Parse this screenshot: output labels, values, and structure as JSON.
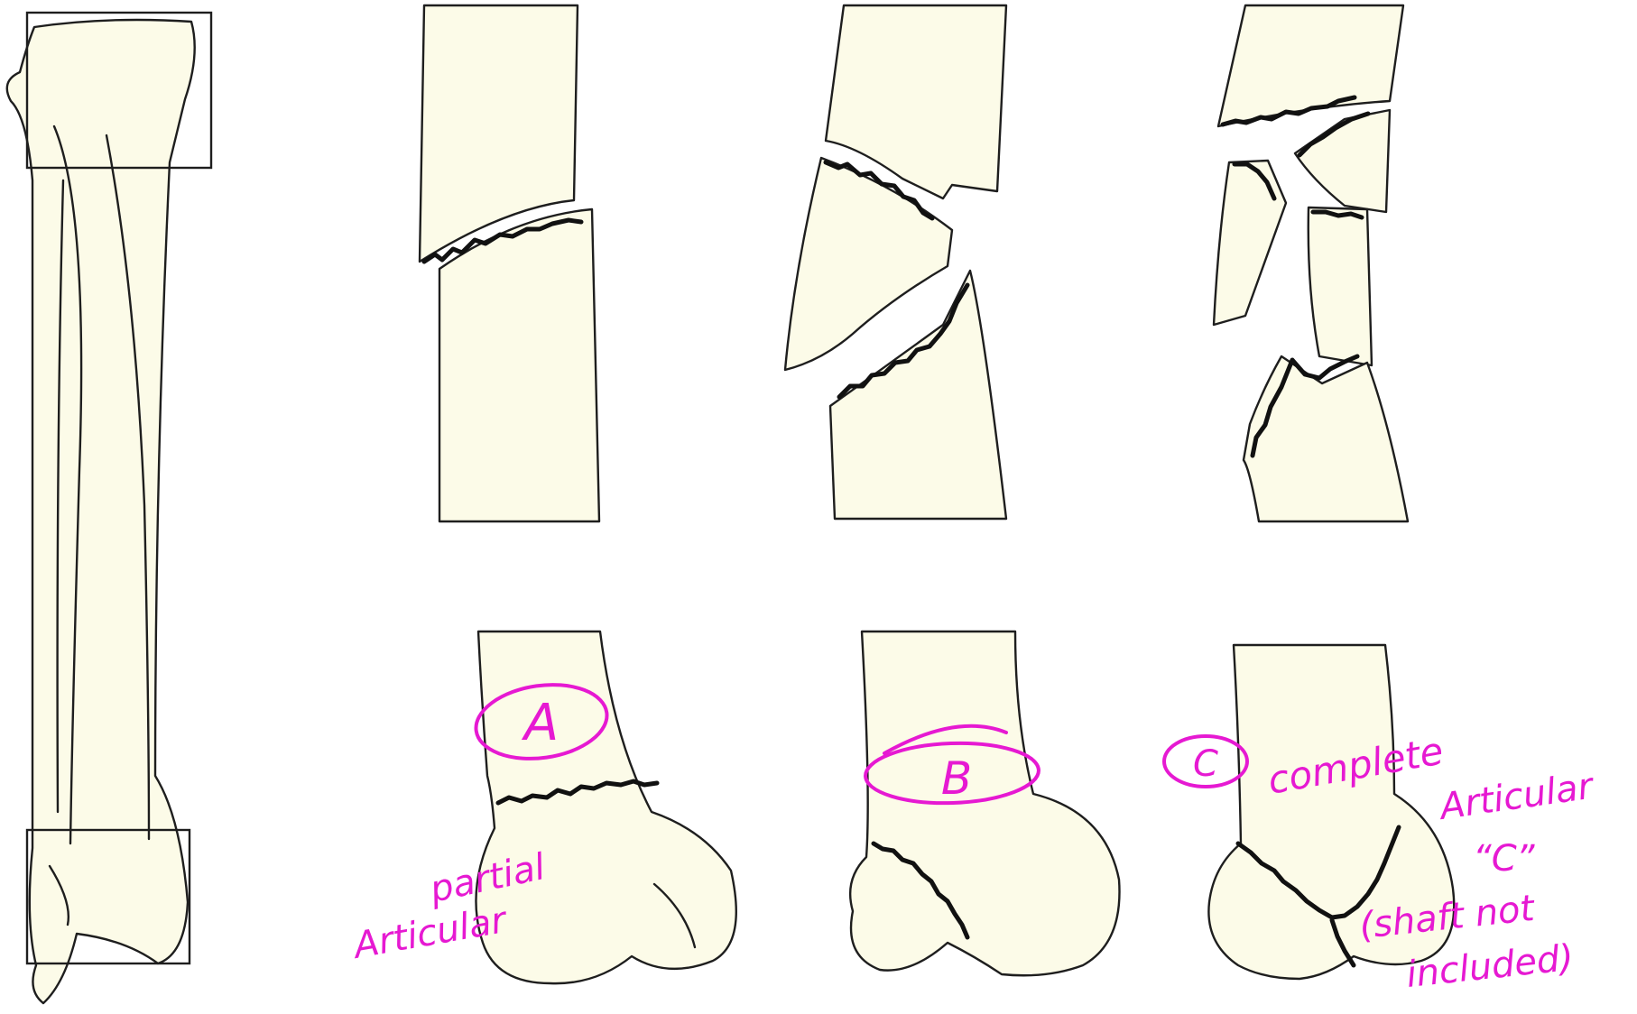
{
  "annotations": {
    "label_a": "A",
    "label_b": "B",
    "label_c": "C",
    "partial_line1": "partial",
    "partial_line2": "Articular",
    "complete_line1": "complete",
    "complete_line2": "Articular",
    "complete_line3": "“C”",
    "shaft_line1": "(shaft not",
    "shaft_line2": "included)"
  },
  "colors": {
    "bone_fill": "#fcfbe8",
    "outline": "#1e1e1e",
    "annotation_ink": "#e619d2"
  }
}
